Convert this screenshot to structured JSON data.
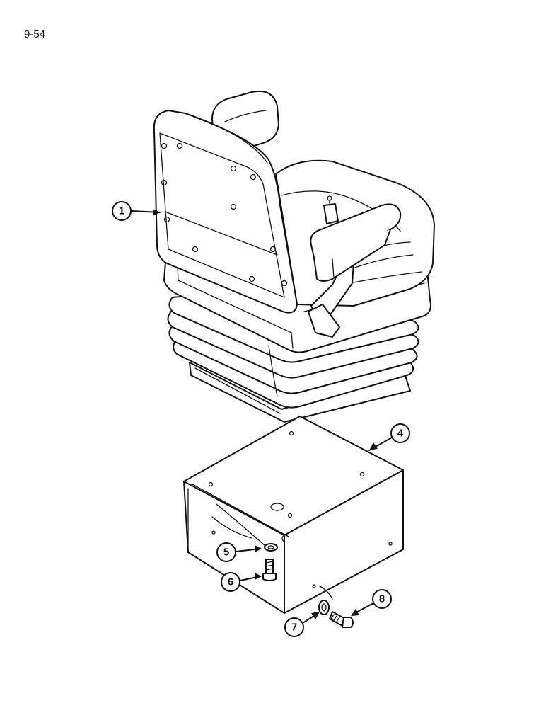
{
  "page": {
    "number": "9-54"
  },
  "callouts": [
    {
      "id": "1",
      "label": "1"
    },
    {
      "id": "4",
      "label": "4"
    },
    {
      "id": "5",
      "label": "5"
    },
    {
      "id": "6",
      "label": "6"
    },
    {
      "id": "7",
      "label": "7"
    },
    {
      "id": "8",
      "label": "8"
    }
  ]
}
